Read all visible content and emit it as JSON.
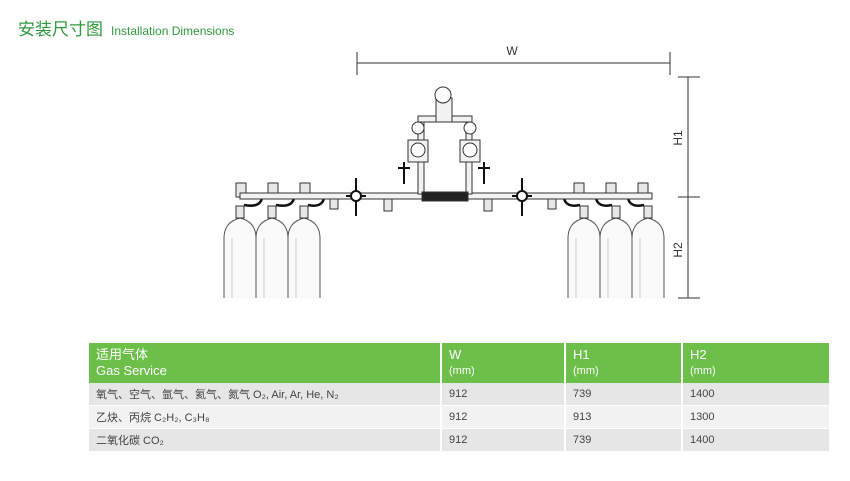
{
  "header": {
    "title_zh": "安装尺寸图",
    "title_en": "Installation Dimensions"
  },
  "diagram": {
    "dim_w": "W",
    "dim_h1": "H1",
    "dim_h2": "H2"
  },
  "table": {
    "headers": [
      {
        "line1": "适用气体",
        "line2": "Gas Service"
      },
      {
        "line1": "W",
        "line2": "(mm)"
      },
      {
        "line1": "H1",
        "line2": "(mm)"
      },
      {
        "line1": "H2",
        "line2": "(mm)"
      }
    ],
    "rows": [
      {
        "gas": "氧气、空气、氩气、氦气、氮气 O₂, Air, Ar, He, N₂",
        "w": "912",
        "h1": "739",
        "h2": "1400"
      },
      {
        "gas": "乙炔、丙烷 C₂H₂, C₃H₈",
        "w": "912",
        "h1": "913",
        "h2": "1300"
      },
      {
        "gas": "二氧化碳 CO₂",
        "w": "912",
        "h1": "739",
        "h2": "1400"
      }
    ]
  }
}
